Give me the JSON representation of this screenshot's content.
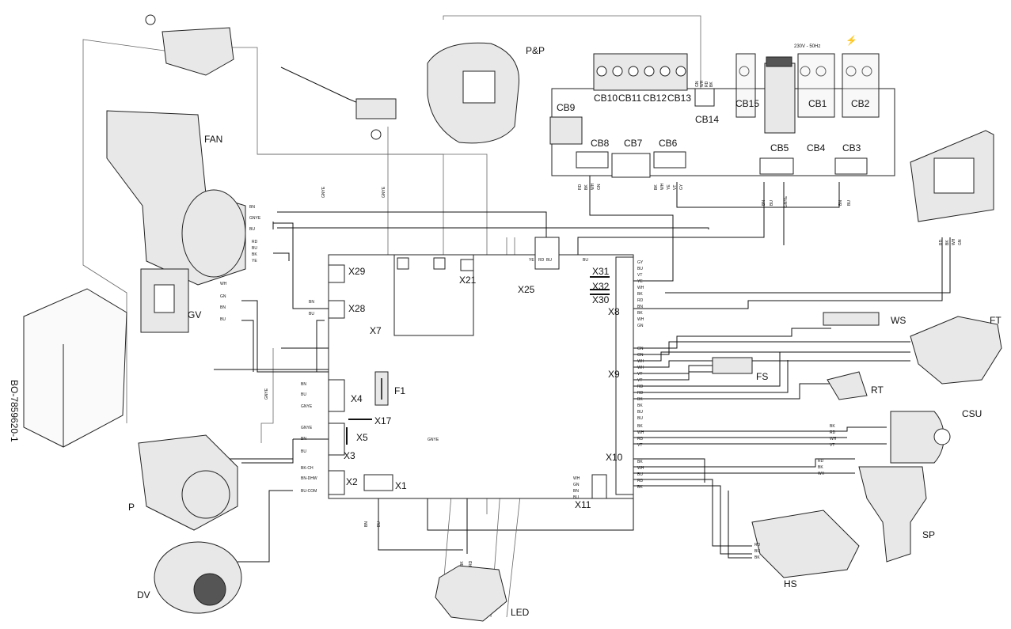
{
  "doc_code": "BO-7859620-1",
  "supply": "230V - 50Hz",
  "components": {
    "pp": "P&P",
    "fan": "FAN",
    "gv": "GV",
    "p": "P",
    "dv": "DV",
    "led": "LED",
    "ws": "WS",
    "ft": "FT",
    "fs": "FS",
    "rt": "RT",
    "csu": "CSU",
    "sp": "SP",
    "hs": "HS",
    "f1": "F1"
  },
  "connectors_top": {
    "cb9": "CB9",
    "cb10": "CB10",
    "cb11": "CB11",
    "cb12": "CB12",
    "cb13": "CB13",
    "cb14": "CB14",
    "cb15": "CB15",
    "cb1": "CB1",
    "cb2": "CB2",
    "cb8": "CB8",
    "cb7": "CB7",
    "cb6": "CB6",
    "cb5": "CB5",
    "cb4": "CB4",
    "cb3": "CB3"
  },
  "connectors_board": {
    "x29": "X29",
    "x28": "X28",
    "x7": "X7",
    "x21": "X21",
    "x25": "X25",
    "x4": "X4",
    "x17": "X17",
    "x5": "X5",
    "x3": "X3",
    "x2": "X2",
    "x1": "X1",
    "x31": "X31",
    "x32": "X32",
    "x30": "X30",
    "x8": "X8",
    "x9": "X9",
    "x10": "X10",
    "x11": "X11"
  },
  "wires": {
    "fan_top": [
      "BN",
      "GNYE",
      "BU"
    ],
    "fan_bottom": [
      "RD",
      "BU",
      "BK",
      "YE"
    ],
    "gv": [
      "WH",
      "GN",
      "BN",
      "BU"
    ],
    "x28": [
      "BN",
      "BU"
    ],
    "x4": [
      "BN",
      "BU",
      "GNYE"
    ],
    "x3": [
      "GNYE",
      "BN",
      "BU"
    ],
    "x2": [
      "BK-CH",
      "BN-DHW",
      "BU-COM"
    ],
    "x1": [
      "BN",
      "BU"
    ],
    "x11": [
      "WH",
      "GN",
      "BN",
      "BU"
    ],
    "x25": [
      "YE",
      "RD",
      "BU"
    ],
    "x25_bu": "BU",
    "x8_group": [
      "GY",
      "BU",
      "VT",
      "YE",
      "WH",
      "BK",
      "RD",
      "BN",
      "BK",
      "WH",
      "GN"
    ],
    "x9_group": [
      "GN",
      "GN",
      "WH",
      "WH",
      "VT",
      "VT",
      "RD",
      "RD",
      "BK",
      "BK",
      "BU",
      "BU"
    ],
    "x10_group": [
      "BK",
      "WH",
      "RD",
      "VT",
      "BK",
      "WH",
      "BU",
      "RD",
      "BK"
    ],
    "csu": [
      "BK",
      "RD",
      "WH",
      "VT"
    ],
    "sp": [
      "RD",
      "BK",
      "WH"
    ],
    "hs": [
      "RD",
      "BU",
      "BK"
    ],
    "cb8": [
      "RD",
      "BK",
      "WH",
      "GN"
    ],
    "cb6": [
      "BK",
      "WH",
      "YE",
      "VT",
      "GY"
    ],
    "cb5": [
      "BN",
      "BU",
      "GNYE"
    ],
    "cb3": [
      "BN",
      "BU"
    ],
    "display": [
      "RD",
      "BK",
      "WH",
      "GN"
    ],
    "led": [
      "BK",
      "RD"
    ],
    "gnye": "GNYE",
    "cb14_pins": [
      "GN",
      "WH",
      "RD",
      "BK"
    ]
  }
}
